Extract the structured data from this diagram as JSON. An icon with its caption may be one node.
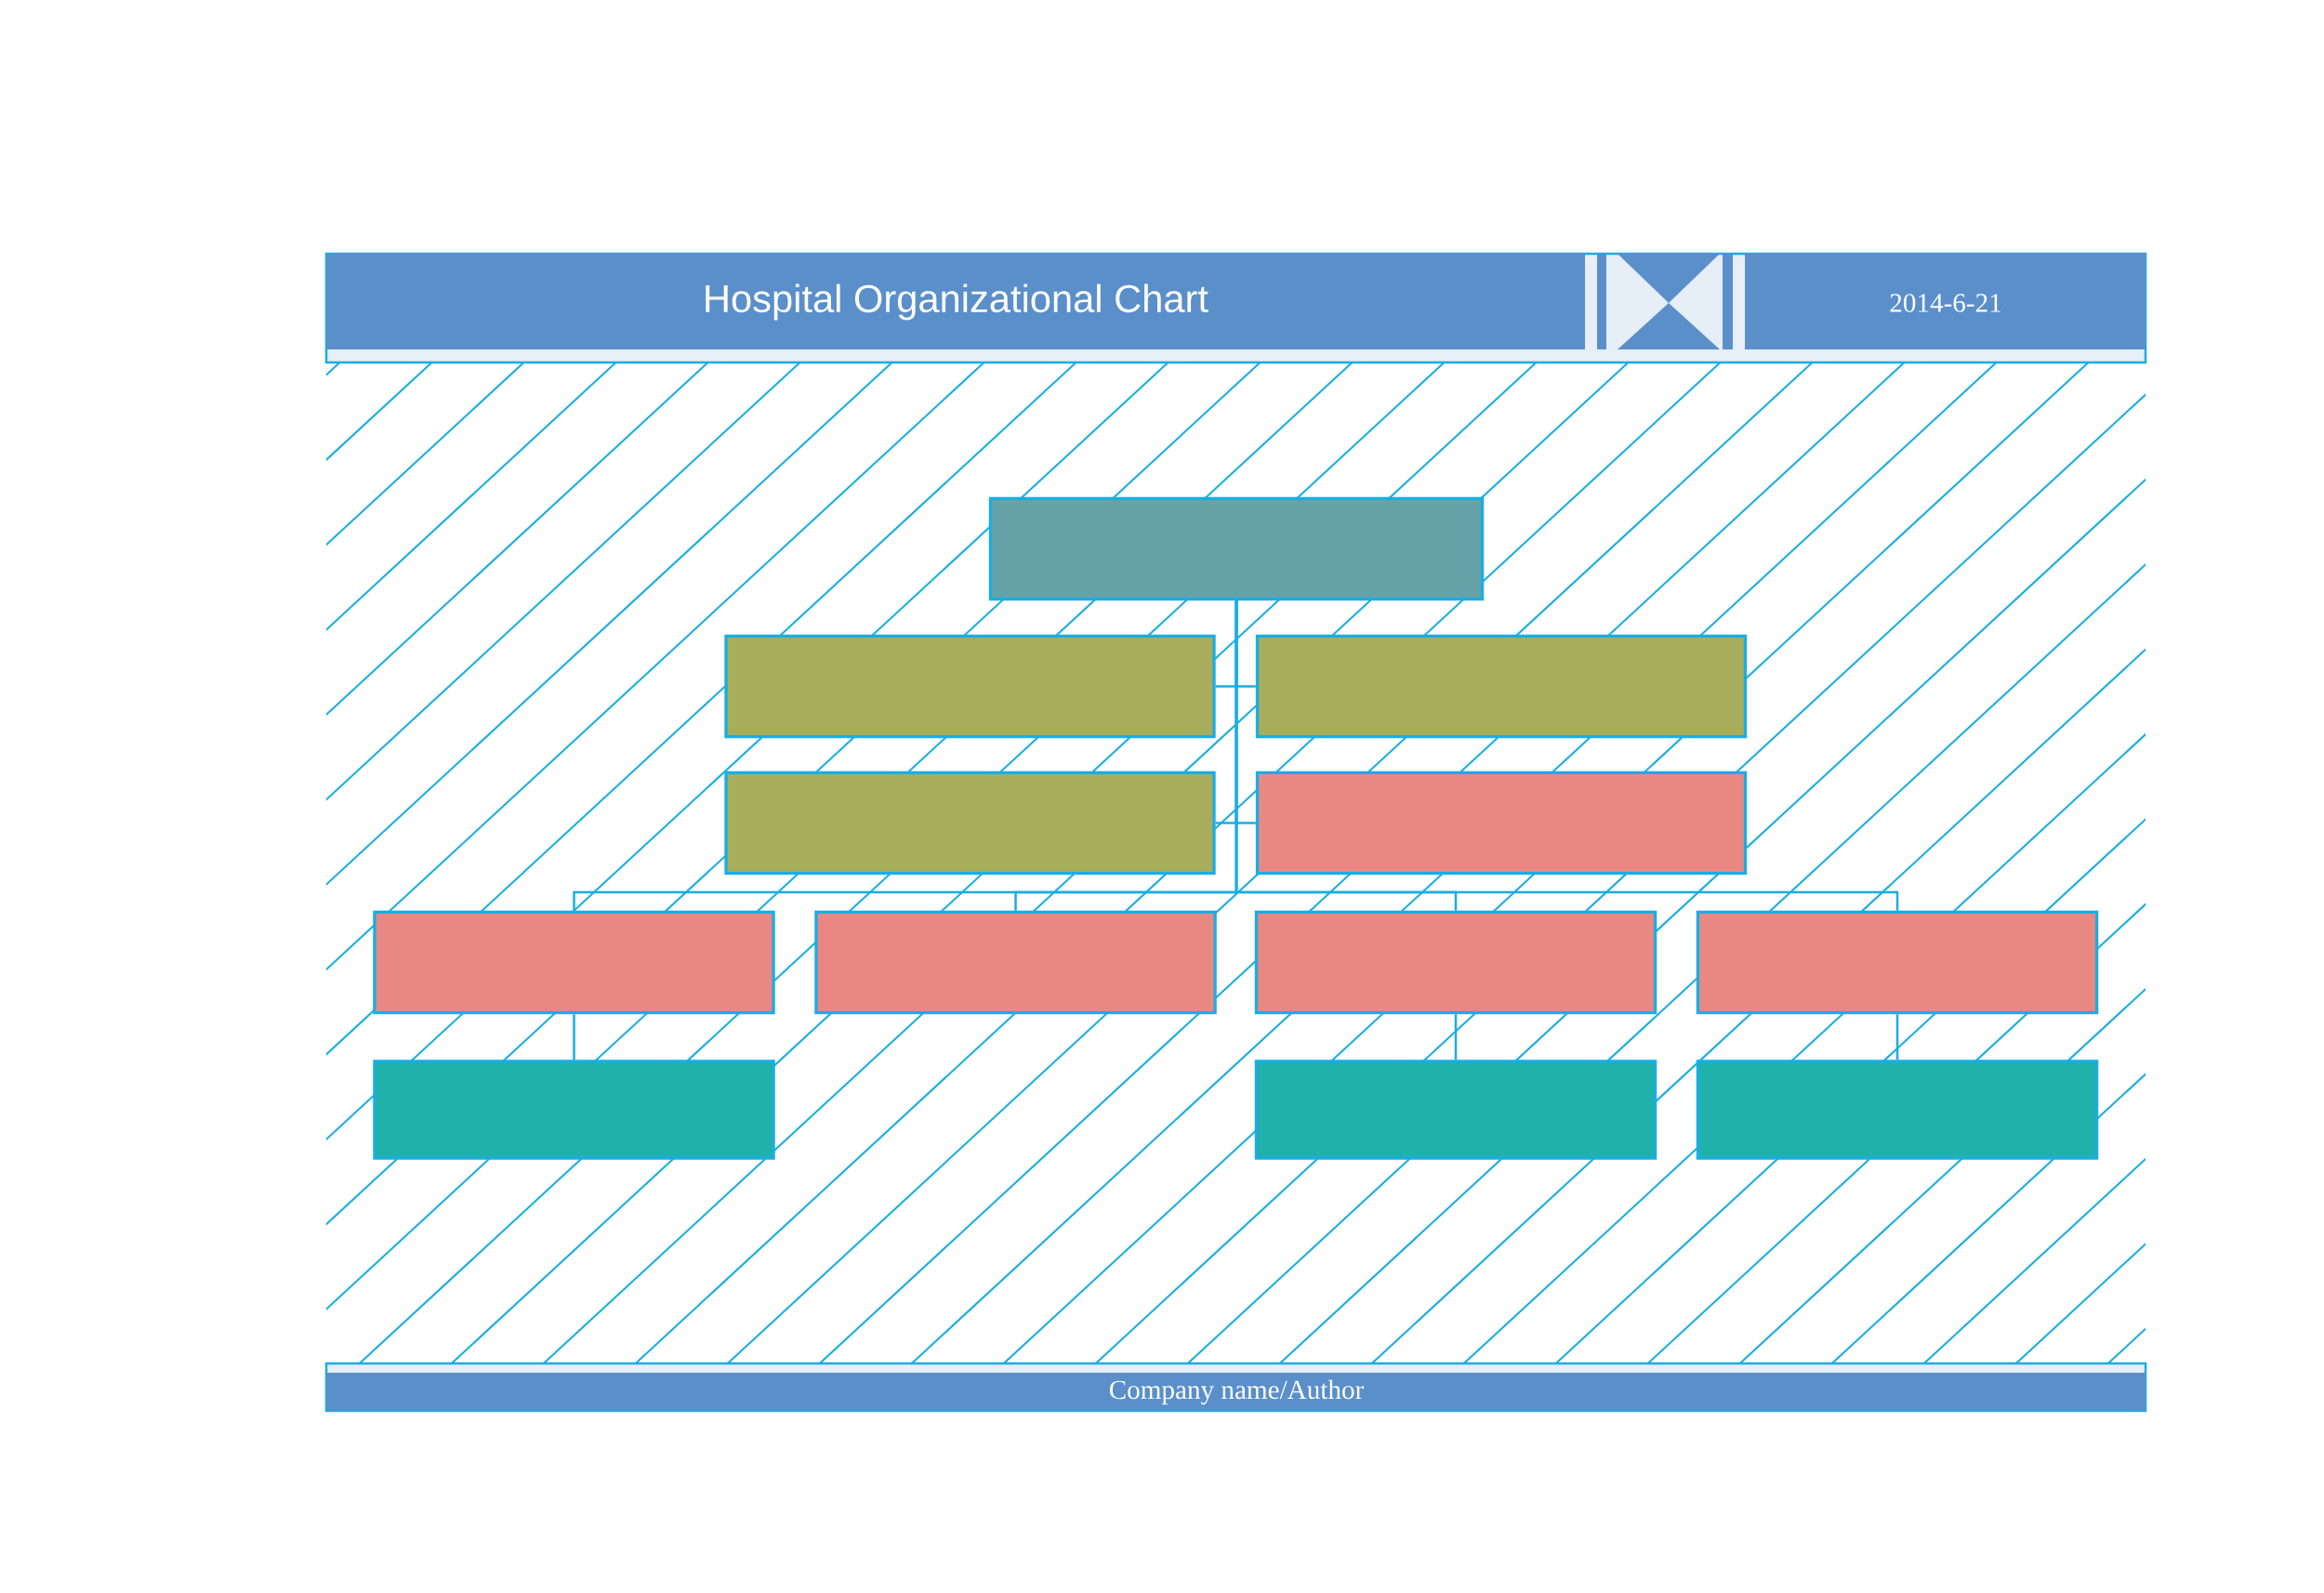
{
  "diagram": {
    "title": "Hospital Organizational Chart",
    "nodes": [
      {
        "text": [],
        "shape": "box"
      },
      {
        "text": [],
        "shape": "box"
      },
      {
        "text": [],
        "shape": "box"
      },
      {
        "text": [],
        "shape": "box"
      },
      {
        "text": [],
        "shape": "box"
      },
      {
        "text": [],
        "shape": "box"
      },
      {
        "text": [],
        "shape": "box"
      },
      {
        "text": [],
        "shape": "box"
      },
      {
        "text": [],
        "shape": "box"
      },
      {
        "text": [],
        "shape": "box"
      },
      {
        "text": [],
        "shape": "box"
      },
      {
        "text": [],
        "shape": "box"
      }
    ],
    "edges": [
      {
        "from": 0,
        "to": 1,
        "arrow": "none"
      },
      {
        "from": 0,
        "to": 2,
        "arrow": "none"
      },
      {
        "from": 0,
        "to": 3,
        "arrow": "none"
      },
      {
        "from": 0,
        "to": 4,
        "arrow": "none"
      },
      {
        "from": 0,
        "to": 5,
        "arrow": "none"
      },
      {
        "from": 0,
        "to": 6,
        "arrow": "none"
      },
      {
        "from": 0,
        "to": 7,
        "arrow": "none"
      },
      {
        "from": 0,
        "to": 8,
        "arrow": "none"
      },
      {
        "from": 5,
        "to": 9,
        "arrow": "none"
      },
      {
        "from": 7,
        "to": 10,
        "arrow": "none"
      },
      {
        "from": 8,
        "to": 11,
        "arrow": "none"
      }
    ],
    "labels": [
      "2014-6-21",
      "Company name/Author"
    ]
  }
}
